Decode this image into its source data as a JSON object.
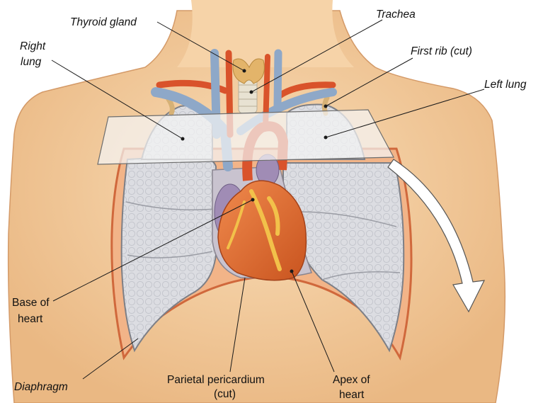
{
  "colors": {
    "skin": "#f4cfa3",
    "skin_shadow": "#e3a877",
    "lung": "#d9d9de",
    "lung_edge": "#7d7f86",
    "heart": "#e0703a",
    "heart_dark": "#b8471d",
    "fat": "#f2c14a",
    "vein": "#8ea8c8",
    "artery": "#d9532b",
    "thyroid": "#e3b46a",
    "plane": "#f4f4f4"
  },
  "labels": {
    "thyroid": "Thyroid gland",
    "trachea": "Trachea",
    "right_lung_1": "Right",
    "right_lung_2": "lung",
    "first_rib": "First rib (cut)",
    "left_lung": "Left lung",
    "base_1": "Base of",
    "base_2": "heart",
    "diaphragm": "Diaphragm",
    "pericardium_1": "Parietal pericardium",
    "pericardium_2": "(cut)",
    "apex_1": "Apex of",
    "apex_2": "heart"
  }
}
